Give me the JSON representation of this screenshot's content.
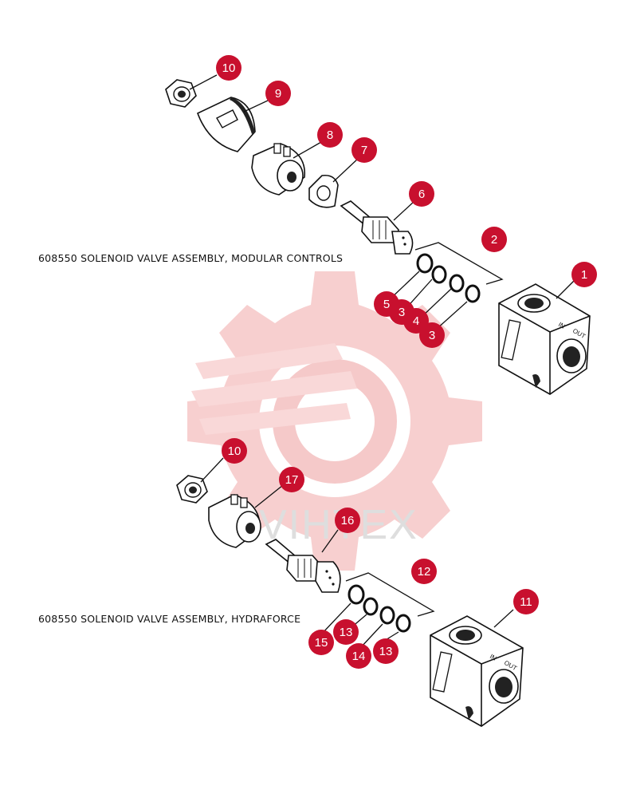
{
  "diagram": {
    "assemblies": [
      {
        "caption": "608550 SOLENOID VALVE ASSEMBLY, MODULAR CONTROLS",
        "callouts": [
          "10",
          "9",
          "8",
          "7",
          "6",
          "2",
          "1",
          "5",
          "3",
          "4",
          "3"
        ]
      },
      {
        "caption": "608550 SOLENOID VALVE ASSEMBLY, HYDRAFORCE",
        "callouts": [
          "10",
          "17",
          "16",
          "12",
          "11",
          "15",
          "13",
          "14",
          "13"
        ]
      }
    ],
    "block_markings": [
      "IN",
      "OUT"
    ],
    "watermark_text": "VIHTEX",
    "callout_color": "#c8102e",
    "watermark_color": "#f4c0c0"
  }
}
